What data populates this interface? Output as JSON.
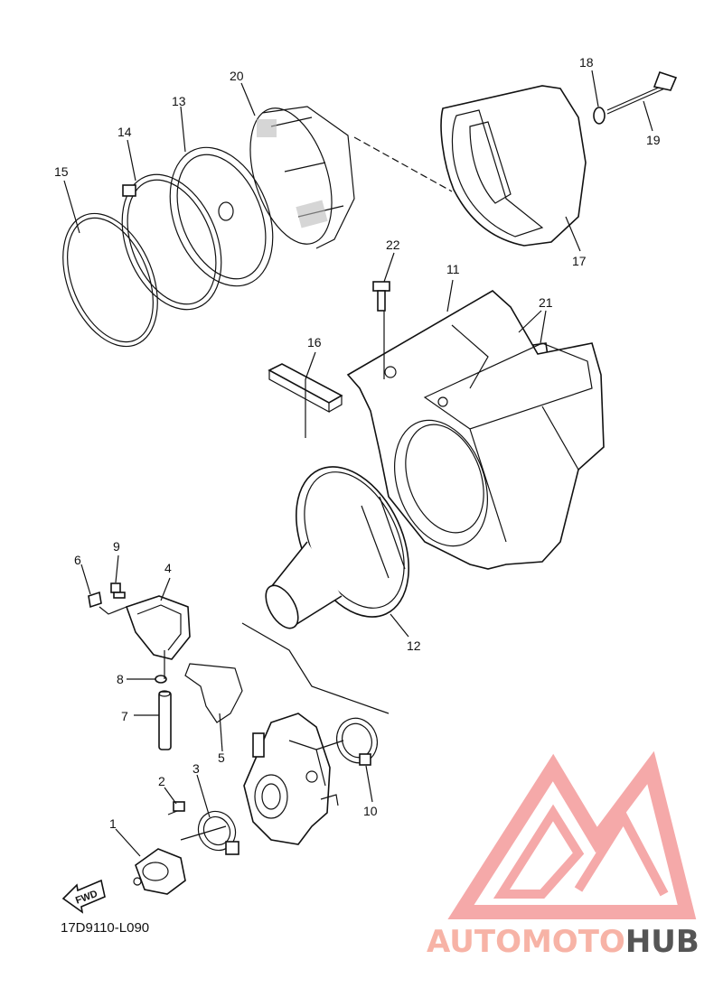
{
  "diagram": {
    "code": "17D9110-L090",
    "fwd_label": "FWD",
    "parts": [
      {
        "num": "1"
      },
      {
        "num": "2"
      },
      {
        "num": "3"
      },
      {
        "num": "4"
      },
      {
        "num": "5"
      },
      {
        "num": "6"
      },
      {
        "num": "7"
      },
      {
        "num": "8"
      },
      {
        "num": "9"
      },
      {
        "num": "10"
      },
      {
        "num": "11"
      },
      {
        "num": "12"
      },
      {
        "num": "13"
      },
      {
        "num": "14"
      },
      {
        "num": "15"
      },
      {
        "num": "16"
      },
      {
        "num": "17"
      },
      {
        "num": "18"
      },
      {
        "num": "19"
      },
      {
        "num": "20"
      },
      {
        "num": "21"
      },
      {
        "num": "22"
      }
    ]
  },
  "watermark": {
    "part1": "AUTOMOTO",
    "part2": "HUB",
    "color_primary": "#f4a0a0",
    "color_accent": "#f7c27a",
    "color_dark": "#555555"
  }
}
